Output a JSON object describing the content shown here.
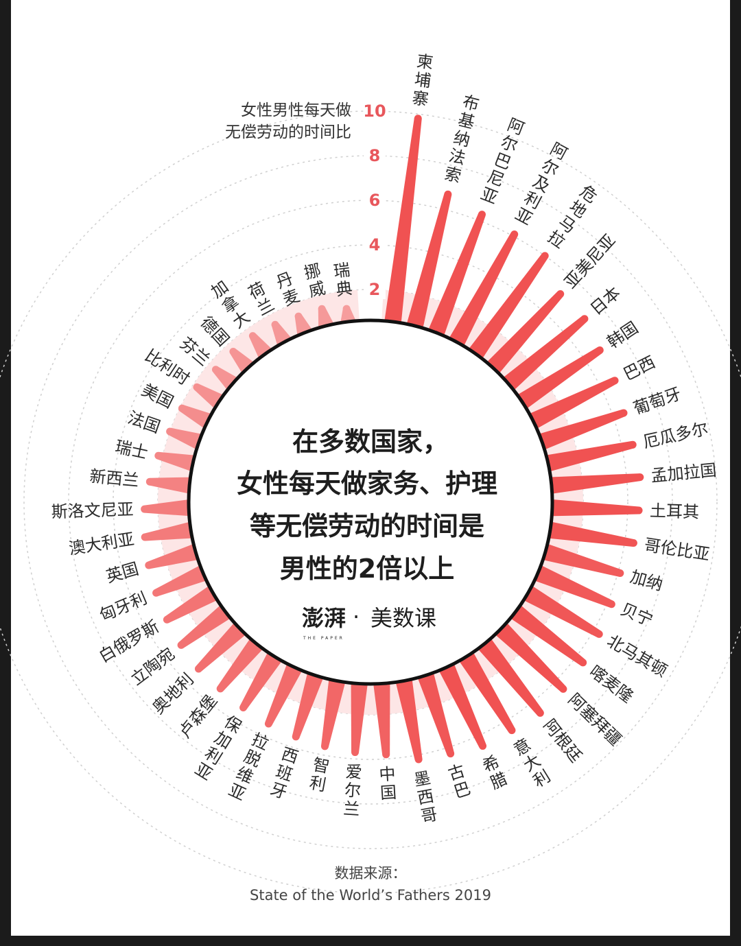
{
  "chart_data": {
    "type": "radial-bar",
    "axis_title": [
      "女性男性每天做",
      "无偿劳动的时间比"
    ],
    "ticks": [
      2,
      4,
      6,
      8,
      10
    ],
    "threshold_band": 2,
    "grid": "dashed-circles",
    "categories": [
      "柬埔寨",
      "布基纳法索",
      "阿尔巴尼亚",
      "阿尔及利亚",
      "危地马拉",
      "亚美尼亚",
      "日本",
      "韩国",
      "巴西",
      "葡萄牙",
      "厄瓜多尔",
      "孟加拉国",
      "土耳其",
      "哥伦比亚",
      "加纳",
      "贝宁",
      "北马其顿",
      "喀麦隆",
      "阿塞拜疆",
      "阿根廷",
      "意大利",
      "希腊",
      "古巴",
      "墨西哥",
      "中国",
      "爱尔兰",
      "智利",
      "西班牙",
      "拉脱维亚",
      "保加利亚",
      "卢森堡",
      "奥地利",
      "立陶宛",
      "白俄罗斯",
      "匈牙利",
      "英国",
      "澳大利亚",
      "斯洛文尼亚",
      "新西兰",
      "瑞士",
      "法国",
      "美国",
      "比利时",
      "芬兰",
      "德国",
      "加拿大",
      "荷兰",
      "丹麦",
      "挪威",
      "瑞典"
    ],
    "values": [
      9.8,
      6.7,
      6.3,
      6.1,
      6.0,
      5.1,
      5.1,
      4.8,
      4.7,
      4.5,
      4.5,
      4.6,
      4.5,
      4.4,
      4.1,
      4.2,
      4.3,
      4.4,
      4.5,
      4.6,
      4.5,
      4.5,
      4.3,
      4.2,
      3.8,
      3.7,
      3.6,
      3.5,
      3.4,
      3.3,
      3.2,
      3.2,
      3.1,
      3.0,
      2.9,
      2.8,
      2.7,
      2.6,
      2.4,
      2.2,
      2.0,
      1.9,
      1.8,
      1.6,
      1.6,
      1.6,
      1.5,
      1.4,
      1.4,
      1.2
    ],
    "colors": {
      "high": "#f05252",
      "low": "#f6a2a2",
      "band": "#fde6e6",
      "tick": "#e8575c"
    }
  },
  "center": {
    "title_lines": [
      "在多数国家，",
      "女性每天做家务、护理",
      "等无偿劳动的时间是",
      "男性的2倍以上"
    ],
    "logo_cn": "澎湃",
    "logo_sep": "·",
    "logo_section": "美数课",
    "logo_en": "THE PAPER"
  },
  "footer": {
    "source_label": "数据来源：",
    "source": "State of the World’s Fathers 2019"
  }
}
